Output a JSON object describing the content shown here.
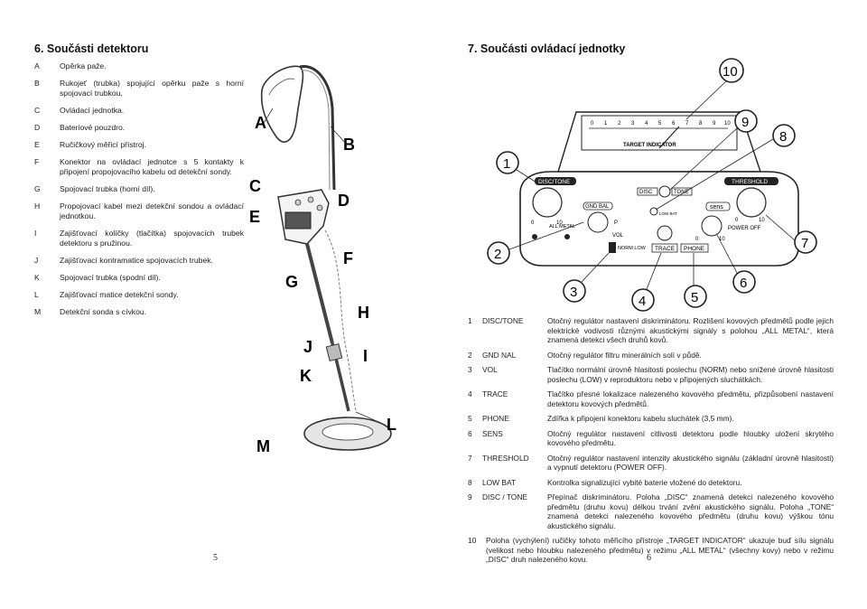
{
  "left": {
    "title": "6. Součásti detektoru",
    "parts": [
      {
        "key": "A",
        "text": "Opěrka paže."
      },
      {
        "key": "B",
        "text": "Rukojeť (trubka) spojující opěrku paže s horní spojovací trubkou."
      },
      {
        "key": "C",
        "text": "Ovládací jednotka."
      },
      {
        "key": "D",
        "text": "Bateriové pouzdro."
      },
      {
        "key": "E",
        "text": "Ručičkový měřicí přístroj."
      },
      {
        "key": "F",
        "text": "Konektor na ovládací jednotce s 5 kontakty k připojení propojovacího kabelu od detekční sondy."
      },
      {
        "key": "G",
        "text": "Spojovací trubka (horní díl)."
      },
      {
        "key": "H",
        "text": "Propojovací kabel mezi detekční sondou a ovládací jednotkou."
      },
      {
        "key": "I",
        "text": "Zajišťovací kolíčky (tlačítka) spojovacích trubek detektoru s pružinou."
      },
      {
        "key": "J",
        "text": "Zajišťovací kontramatice spojovacích trubek."
      },
      {
        "key": "K",
        "text": "Spojovací trubka (spodní díl)."
      },
      {
        "key": "L",
        "text": "Zajišťovací matice detekční sondy."
      },
      {
        "key": "M",
        "text": "Detekční sonda s cívkou."
      }
    ],
    "diagram_labels": {
      "A": "A",
      "B": "B",
      "C": "C",
      "D": "D",
      "E": "E",
      "F": "F",
      "G": "G",
      "H": "H",
      "I": "I",
      "J": "J",
      "K": "K",
      "L": "L",
      "M": "M"
    },
    "page_number": "5"
  },
  "right": {
    "title": "7. Součásti ovládací jednotky",
    "panel": {
      "scale": [
        "0",
        "1",
        "2",
        "3",
        "4",
        "5",
        "6",
        "7",
        "8",
        "9",
        "10"
      ],
      "meter_label": "TARGET INDICATOR",
      "disc_tone": "DISC/TONE",
      "threshold": "THRESHOLD",
      "gnd_bal": "GND BAL",
      "disc": "DISC",
      "tone": "TONE",
      "sens": "sens",
      "low_bat": "LOW BAT",
      "all_metal": "ALL METAL",
      "vol": "VOL",
      "norm_low": "NORM LOW",
      "trace": "TRACE",
      "phone": "PHONE",
      "power_off": "POWER OFF",
      "p": "P",
      "zero": "0",
      "ten": "10"
    },
    "callouts": [
      "1",
      "2",
      "3",
      "4",
      "5",
      "6",
      "7",
      "8",
      "9",
      "10"
    ],
    "controls": [
      {
        "n": "1",
        "label": "DISC/TONE",
        "desc": "Otočný regulátor nastavení diskriminátoru. Rozlišení kovových předmětů podle jejich elektrické vodivosti různými akustickými signály s polohou „ALL METAL“, která znamená detekci všech druhů kovů."
      },
      {
        "n": "2",
        "label": "GND NAL",
        "desc": "Otočný regulátor filtru minerálních solí v půdě."
      },
      {
        "n": "3",
        "label": "VOL",
        "desc": "Tlačítko normální úrovně hlasitosti poslechu (NORM) nebo snížené úrovně hlasitosti poslechu (LOW) v reproduktoru nebo v připojených sluchátkách."
      },
      {
        "n": "4",
        "label": "TRACE",
        "desc": "Tlačítko přesné lokalizace nalezeného kovového předmětu, přizpůsobení nastavení detektoru kovových předmětů."
      },
      {
        "n": "5",
        "label": "PHONE",
        "desc": "Zdířka k připojení konektoru kabelu sluchátek (3,5 mm)."
      },
      {
        "n": "6",
        "label": "SENS",
        "desc": "Otočný regulátor nastavení citlivosti detektoru podle hloubky uložení skrytého kovového předmětu."
      },
      {
        "n": "7",
        "label": "THRESHOLD",
        "desc": "Otočný regulátor nastavení intenzity akustického signálu (základní úrovně hlasitosti) a vypnutí detektoru (POWER OFF)."
      },
      {
        "n": "8",
        "label": "LOW BAT",
        "desc": "Kontrolka signalizující vybité baterie vložené do detektoru."
      },
      {
        "n": "9",
        "label": "DISC / TONE",
        "desc": "Přepínač diskriminátoru. Poloha „DISC“ znamená detekci nalezeného kovového předmětu (druhu kovu) délkou trvání zvění akustického signálu. Poloha „TONE“ znamená detekci nalezeného kovového předmětu (druhu kovu) výškou tónu akustického signálu."
      },
      {
        "n": "10",
        "label": "",
        "desc": "Poloha (vychýlení) ručičky tohoto měřicího přístroje „TARGET INDICATOR“ ukazuje buď sílu signálu (velikost nebo hloubku nalezeného předmětu) v režimu „ALL METAL“ (všechny kovy) nebo v režimu „DISC“ druh nalezeného kovu."
      }
    ],
    "page_number": "6"
  }
}
